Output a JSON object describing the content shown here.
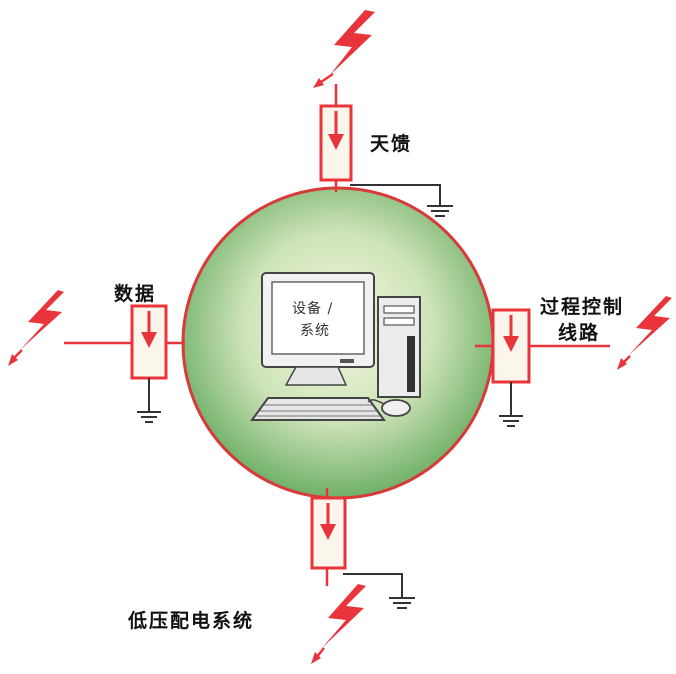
{
  "labels": {
    "antenna": "天馈",
    "data": "数据",
    "process_line1": "过程控制",
    "process_line2": "线路",
    "power": "低压配电系统"
  },
  "center": {
    "line1": "设备 /",
    "line2": "系统"
  },
  "colors": {
    "lightning": "#e8343a",
    "wire": "#e8343a",
    "circle_outline": "#d83a3a",
    "circle_inner": "#f3f7e4",
    "circle_outer": "#6fb069",
    "ground": "#333333"
  },
  "icons": [
    "lightning-bolt-icon",
    "surge-protector-icon",
    "ground-symbol-icon",
    "computer-icon"
  ]
}
